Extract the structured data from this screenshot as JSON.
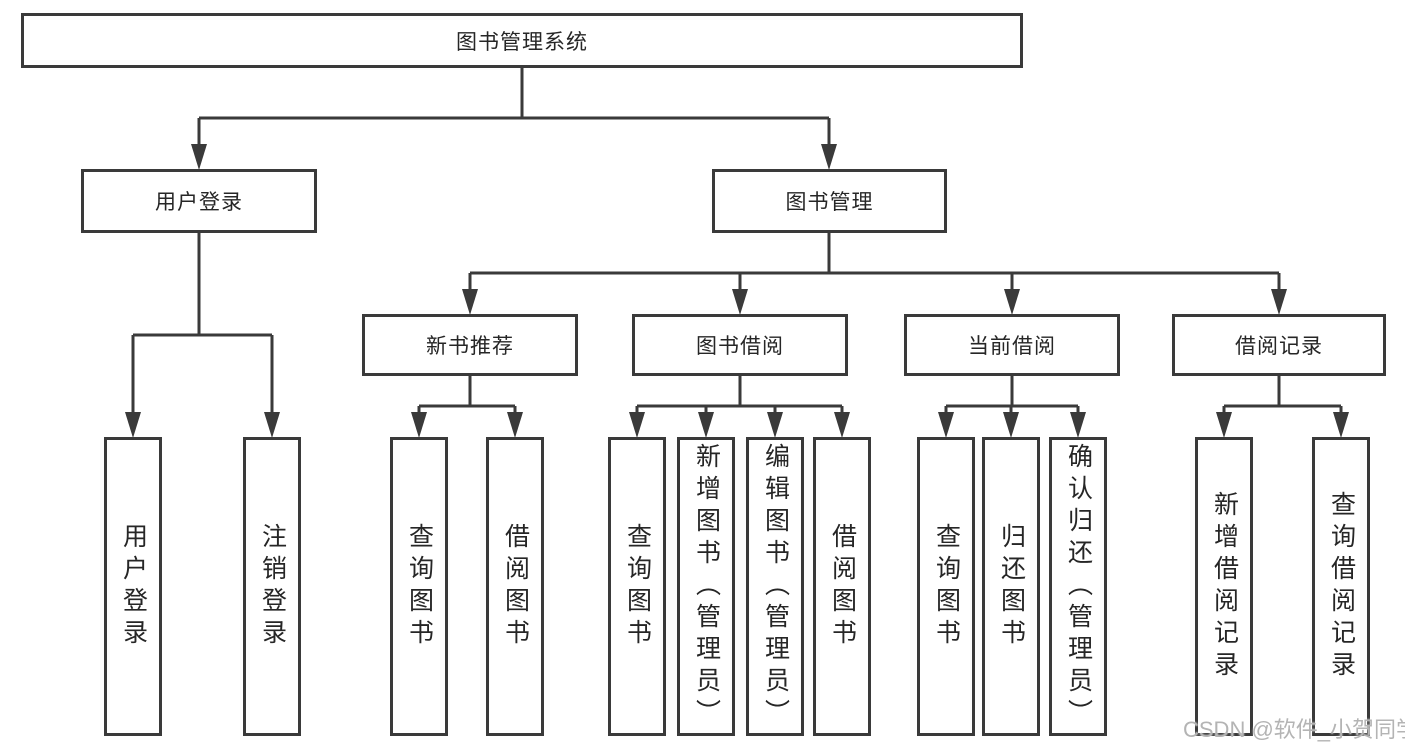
{
  "tree": {
    "root": {
      "label": "图书管理系统"
    },
    "level2": [
      {
        "label": "用户登录"
      },
      {
        "label": "图书管理"
      }
    ],
    "level3": [
      {
        "label": "新书推荐"
      },
      {
        "label": "图书借阅"
      },
      {
        "label": "当前借阅"
      },
      {
        "label": "借阅记录"
      }
    ],
    "leaves": {
      "login": [
        {
          "label": "用户登录"
        },
        {
          "label": "注销登录"
        }
      ],
      "newbook": [
        {
          "label": "查询图书"
        },
        {
          "label": "借阅图书"
        }
      ],
      "borrow": [
        {
          "label": "查询图书"
        },
        {
          "label": "新增图书（管理员）"
        },
        {
          "label": "编辑图书（管理员）"
        },
        {
          "label": "借阅图书"
        }
      ],
      "current": [
        {
          "label": "查询图书"
        },
        {
          "label": "归还图书"
        },
        {
          "label": "确认归还（管理员）"
        }
      ],
      "records": [
        {
          "label": "新增借阅记录"
        },
        {
          "label": "查询借阅记录"
        }
      ]
    }
  },
  "watermark": {
    "text": "CSDN @软件_小贺同学",
    "color": "#b4b4b4"
  },
  "colors": {
    "line": "#3a3a3a",
    "text": "#262626",
    "background": "#ffffff"
  }
}
